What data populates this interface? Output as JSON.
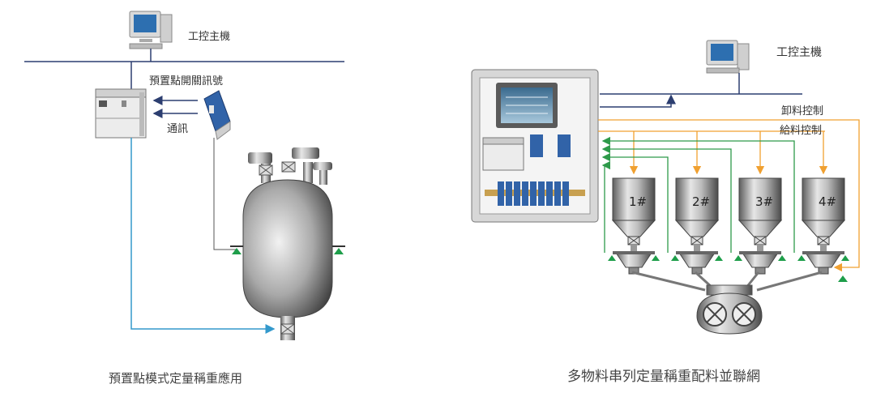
{
  "left": {
    "host_label": "工控主機",
    "signal_label": "預置點開關訊號",
    "comm_label": "通訊",
    "caption": "預置點模式定量稱重應用"
  },
  "right": {
    "host_label": "工控主機",
    "discharge_label": "卸料控制",
    "feed_label": "給料控制",
    "hoppers": [
      "1#",
      "2#",
      "3#",
      "4#"
    ],
    "caption": "多物料串列定量稱重配料並聯網"
  },
  "colors": {
    "network_line": "#2c3e70",
    "signal_line": "#3399cc",
    "discharge_line": "#f0a030",
    "feed_line": "#2e9a4a",
    "sensor": "#1e9e4a"
  }
}
